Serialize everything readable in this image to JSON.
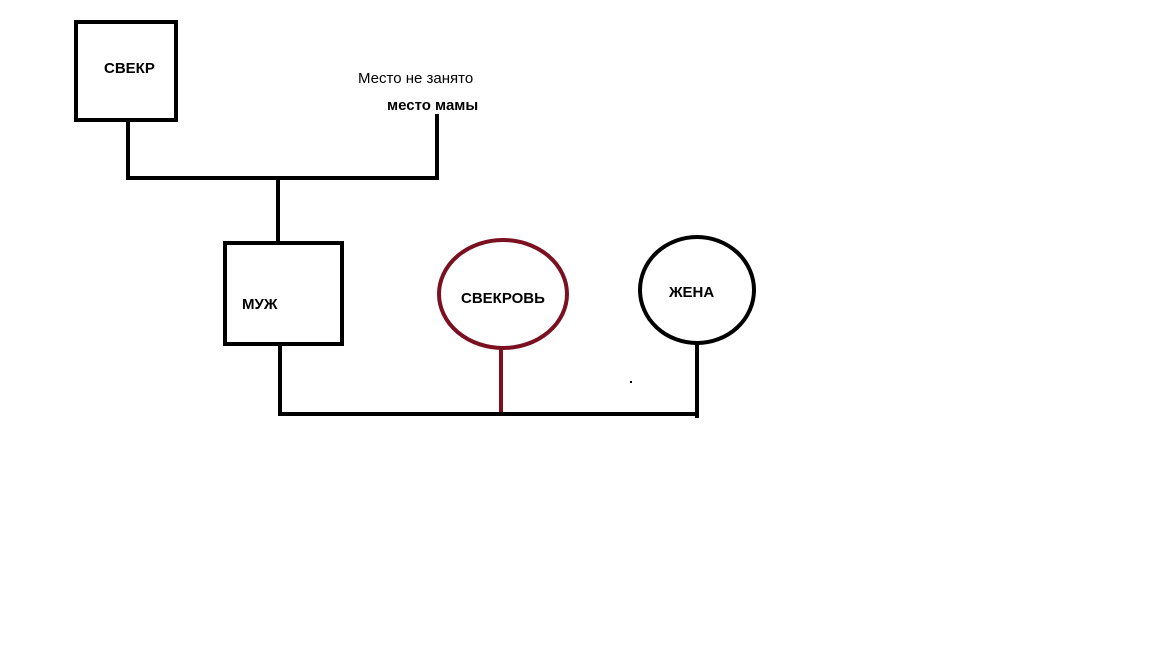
{
  "nodes": {
    "father_in_law": {
      "label": "СВЕКР",
      "shape": "square"
    },
    "husband": {
      "label": "МУЖ",
      "shape": "square"
    },
    "mother_in_law": {
      "label": "СВЕКРОВЬ",
      "shape": "circle"
    },
    "wife": {
      "label": "ЖЕНА",
      "shape": "circle"
    }
  },
  "annotation": {
    "line1": "Место не занято",
    "line2": "место мамы"
  },
  "colors": {
    "line": "#000000",
    "mother_in_law": "#7a1020",
    "background": "#ffffff"
  }
}
